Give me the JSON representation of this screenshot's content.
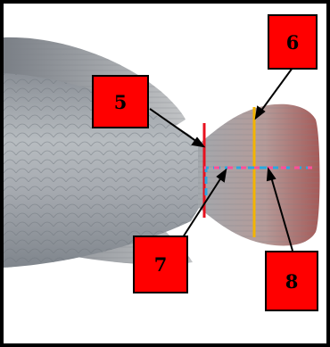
{
  "colors": {
    "frame": "#000000",
    "background": "#ffffff",
    "label_fill": "#ff0000",
    "red_marker": "#e8101e",
    "yellow_marker": "#f2b400",
    "blue_dashed": "#2aa8e0",
    "pink_dashed": "#ff4f9a",
    "arrow": "#000000"
  },
  "labels": [
    {
      "id": "5",
      "text": "5"
    },
    {
      "id": "6",
      "text": "6"
    },
    {
      "id": "7",
      "text": "7"
    },
    {
      "id": "8",
      "text": "8"
    }
  ],
  "image": {
    "subject": "fish-tail",
    "icon": "fish-tail-illustration"
  }
}
